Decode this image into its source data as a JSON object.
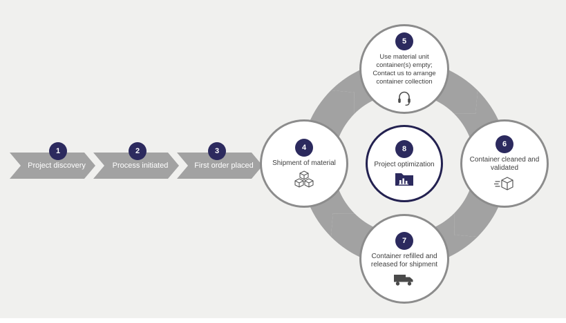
{
  "colors": {
    "background": "#f0f0ee",
    "gray": "#a2a2a2",
    "navy": "#2c2a5e",
    "navy_ring": "#232150",
    "circle_border": "#8c8c8c",
    "text": "#3d3d3d",
    "icon": "#4d4d4d",
    "white": "#ffffff"
  },
  "linear_steps": [
    {
      "number": "1",
      "label": "Project discovery"
    },
    {
      "number": "2",
      "label": "Process initiated"
    },
    {
      "number": "3",
      "label": "First order placed"
    }
  ],
  "cycle_steps": [
    {
      "number": "4",
      "label": "Shipment of material",
      "icon": "boxes-icon",
      "position": "left"
    },
    {
      "number": "5",
      "label": "Use material unit container(s) empty; Contact us to arrange container collection",
      "icon": "headset-icon",
      "position": "top"
    },
    {
      "number": "6",
      "label": "Container cleaned and validated",
      "icon": "shipping-box-icon",
      "position": "right"
    },
    {
      "number": "7",
      "label": "Container refilled and released for shipment",
      "icon": "truck-icon",
      "position": "bottom"
    },
    {
      "number": "8",
      "label": "Project optimization",
      "icon": "folder-chart-icon",
      "position": "center"
    }
  ]
}
